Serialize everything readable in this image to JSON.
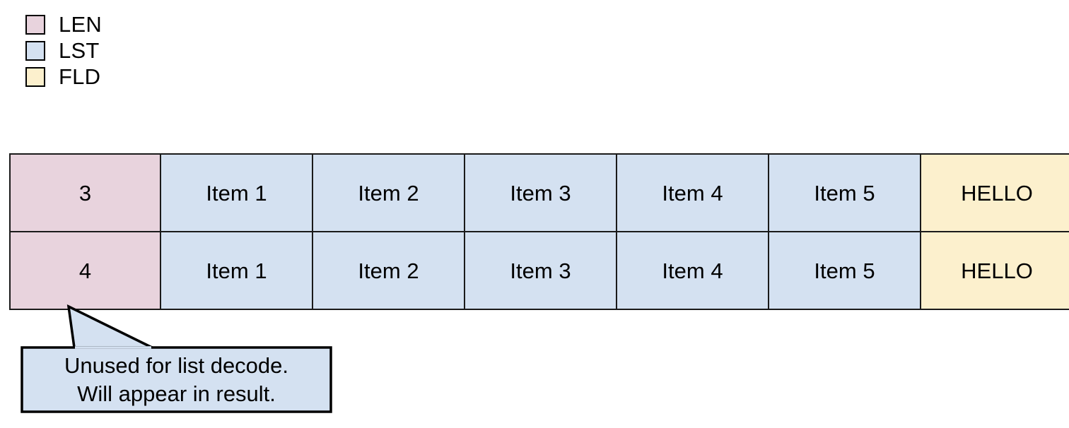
{
  "colors": {
    "len": "#e8d3dd",
    "lst": "#d4e1f1",
    "fld": "#fcf0cd",
    "stroke": "#1a1a1a",
    "background": "#ffffff"
  },
  "legend": {
    "items": [
      {
        "label": "LEN",
        "swatch": "len-swatch",
        "color": "#e8d3dd"
      },
      {
        "label": "LST",
        "swatch": "lst-swatch",
        "color": "#d4e1f1"
      },
      {
        "label": "FLD",
        "swatch": "fld-swatch",
        "color": "#fcf0cd"
      }
    ]
  },
  "table": {
    "rows": [
      {
        "cells": [
          {
            "text": "3",
            "kind": "len"
          },
          {
            "text": "Item 1",
            "kind": "lst"
          },
          {
            "text": "Item 2",
            "kind": "lst"
          },
          {
            "text": "Item 3",
            "kind": "lst"
          },
          {
            "text": "Item 4",
            "kind": "lst"
          },
          {
            "text": "Item 5",
            "kind": "lst"
          },
          {
            "text": "HELLO",
            "kind": "fld"
          }
        ]
      },
      {
        "cells": [
          {
            "text": "4",
            "kind": "len"
          },
          {
            "text": "Item 1",
            "kind": "lst"
          },
          {
            "text": "Item 2",
            "kind": "lst"
          },
          {
            "text": "Item 3",
            "kind": "lst"
          },
          {
            "text": "Item 4",
            "kind": "lst"
          },
          {
            "text": "Item 5",
            "kind": "lst"
          },
          {
            "text": "HELLO",
            "kind": "fld"
          }
        ]
      }
    ]
  },
  "callout": {
    "line1": "Unused for list decode.",
    "line2": "Will appear in result.",
    "fill": "#d4e1f1",
    "stroke": "#000000"
  }
}
